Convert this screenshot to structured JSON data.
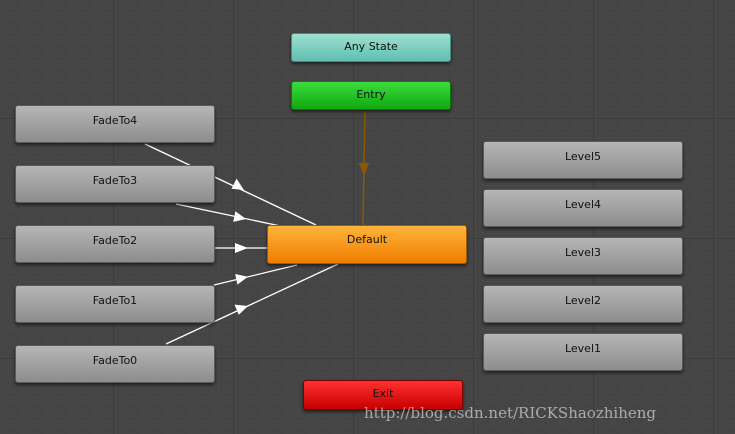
{
  "states": {
    "any_state": "Any State",
    "entry": "Entry",
    "default": "Default",
    "exit": "Exit",
    "fade": [
      "FadeTo4",
      "FadeTo3",
      "FadeTo2",
      "FadeTo1",
      "FadeTo0"
    ],
    "levels": [
      "Level5",
      "Level4",
      "Level3",
      "Level2",
      "Level1"
    ]
  },
  "colors": {
    "grid_background": "#464646",
    "any_state": "#7dd3c4",
    "entry": "#22c422",
    "default": "#f59a1b",
    "exit": "#e51414",
    "state_gray": "#a4a4a4",
    "entry_transition": "#8a5a00",
    "transition": "#ffffff"
  },
  "watermark": "http://blog.csdn.net/RICKShaozhiheng"
}
